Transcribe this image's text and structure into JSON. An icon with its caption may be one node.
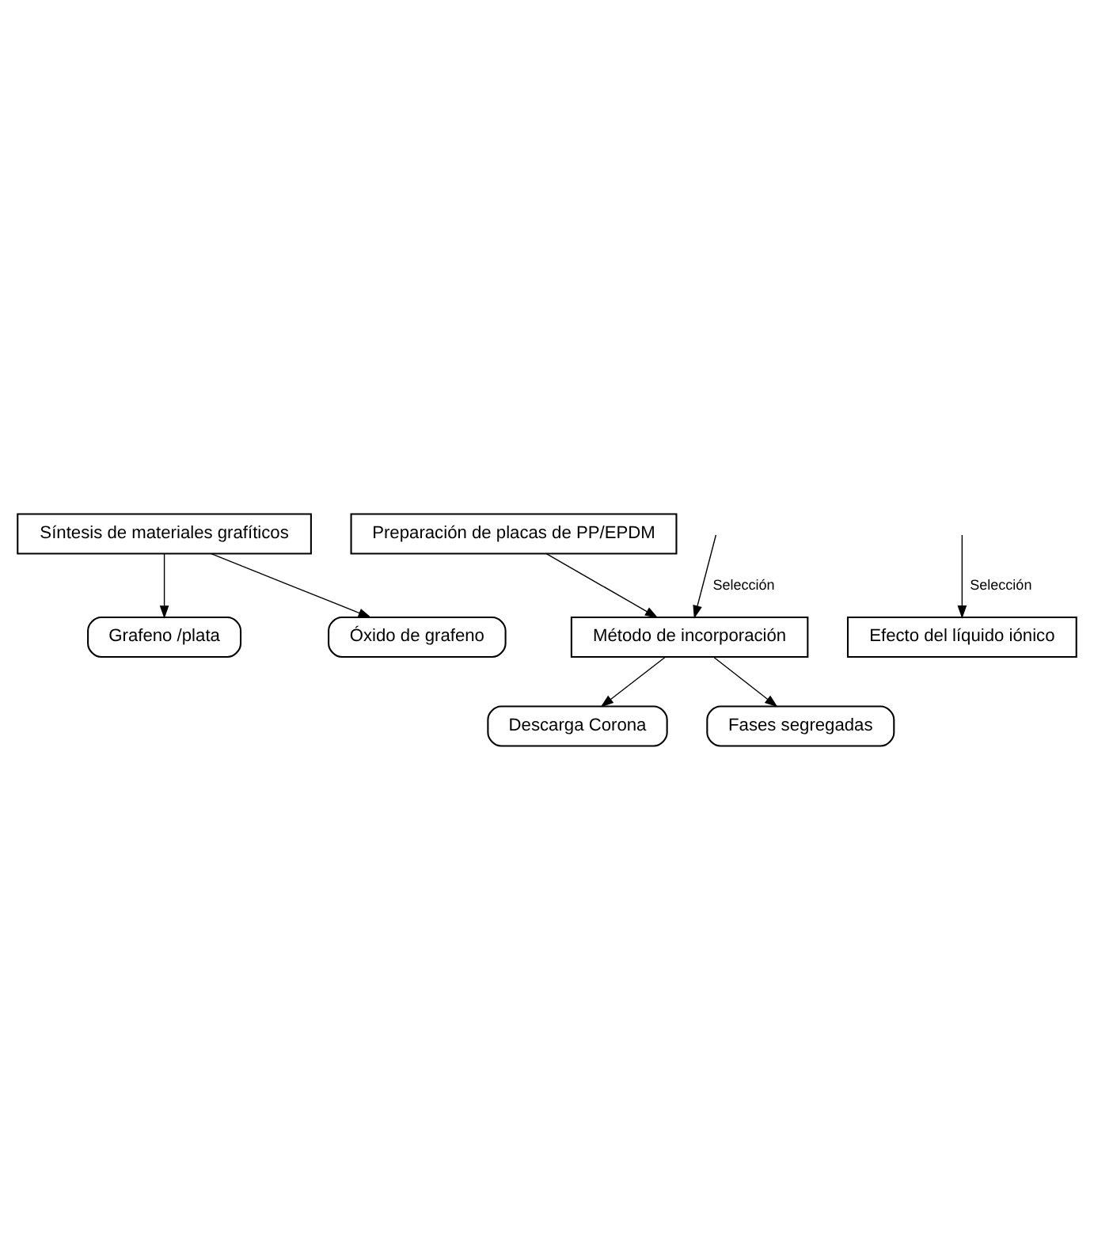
{
  "diagram": {
    "nodes": [
      {
        "text": [
          "Preparación de placas de PP/EPDM"
        ]
      },
      {
        "text": [
          "Síntesis de materiales grafíticos"
        ]
      },
      {
        "text": [
          "Óxido de grafeno"
        ]
      },
      {
        "text": [
          "Grafeno /plata"
        ]
      },
      {
        "text": [
          "Método de incorporación"
        ]
      },
      {
        "text": [
          "Descarga Corona"
        ]
      },
      {
        "text": [
          "Fases segregadas"
        ]
      },
      {
        "text": [
          "Efecto del líquido iónico"
        ]
      }
    ],
    "edges": [
      {
        "from": 1,
        "to": 2,
        "arrow": "to"
      },
      {
        "from": 1,
        "to": 3,
        "arrow": "to"
      },
      {
        "from": 0,
        "to": 4,
        "arrow": "to"
      },
      {
        "from": null,
        "to": 4,
        "arrow": "to",
        "label": "Selección"
      },
      {
        "from": 4,
        "to": 5,
        "arrow": "to"
      },
      {
        "from": 4,
        "to": 6,
        "arrow": "to"
      },
      {
        "from": null,
        "to": 7,
        "arrow": "to",
        "label": "Selección"
      }
    ]
  }
}
